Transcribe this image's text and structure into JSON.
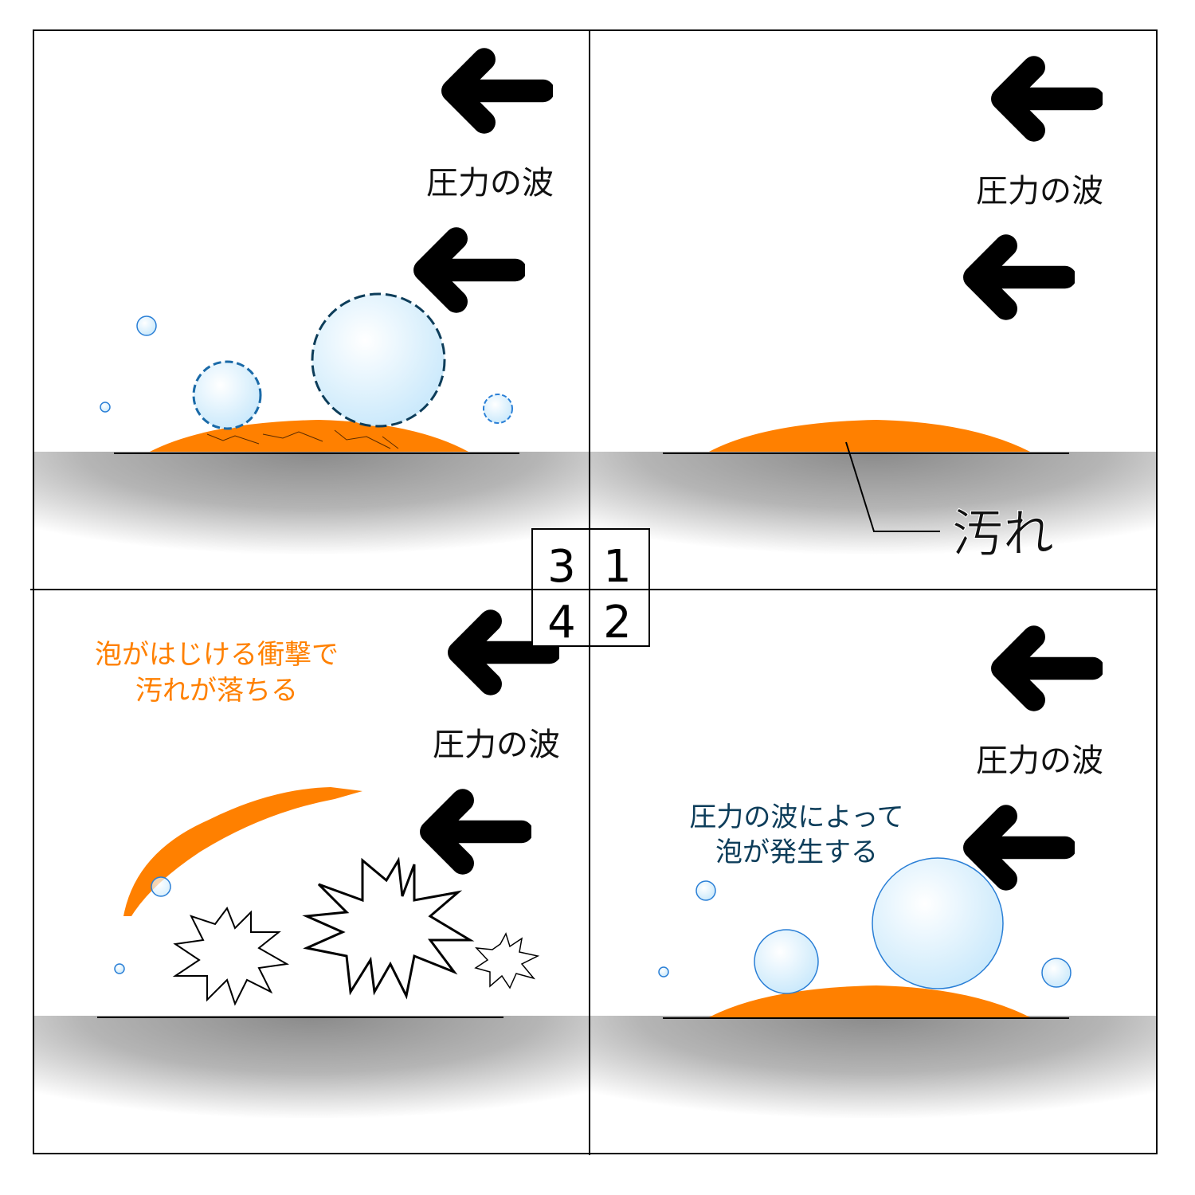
{
  "panels": {
    "p1": {
      "number": "1",
      "wave_label": "圧力の波",
      "dirt_label": "汚れ"
    },
    "p2": {
      "number": "2",
      "wave_label": "圧力の波",
      "caption_line1": "圧力の波によって",
      "caption_line2": "泡が発生する"
    },
    "p3": {
      "number": "3",
      "wave_label": "圧力の波"
    },
    "p4": {
      "number": "4",
      "wave_label": "圧力の波",
      "caption_line1": "泡がはじける衝撃で",
      "caption_line2": "汚れが落ちる"
    }
  },
  "colors": {
    "dirt": "#ff8000",
    "bubble": "#d6efff",
    "bubble_edge": "#2a7fd6",
    "caption_blue": "#0d3d5a",
    "caption_orange": "#ff8000"
  }
}
